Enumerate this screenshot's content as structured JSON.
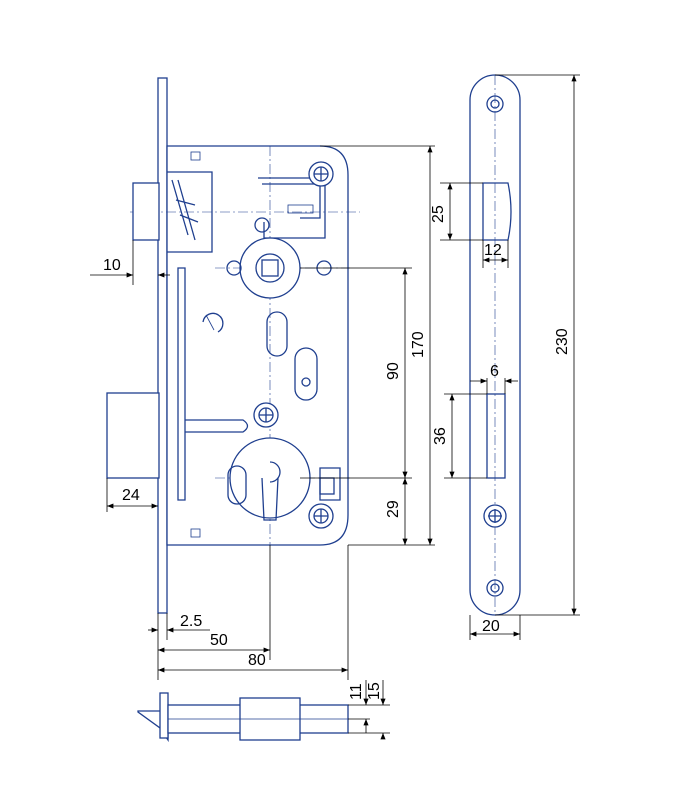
{
  "drawing": {
    "dimensions": {
      "d10": "10",
      "d24": "24",
      "d2_5": "2.5",
      "d50": "50",
      "d80": "80",
      "d90": "90",
      "d29": "29",
      "d170": "170",
      "d25": "25",
      "d12": "12",
      "d6": "6",
      "d36": "36",
      "d230": "230",
      "d20": "20",
      "d11": "11",
      "d15": "15"
    }
  }
}
